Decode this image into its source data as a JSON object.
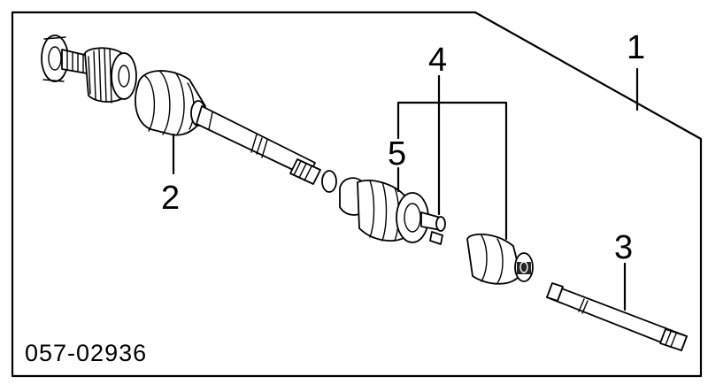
{
  "figure_code": "057-02936",
  "callouts": {
    "c1": "1",
    "c2": "2",
    "c3": "3",
    "c4": "4",
    "c5": "5"
  },
  "parts": [
    {
      "ref": "1",
      "icon": "drive-shaft-assembly-icon"
    },
    {
      "ref": "2",
      "icon": "outer-cv-boot-icon"
    },
    {
      "ref": "3",
      "icon": "intermediate-shaft-icon"
    },
    {
      "ref": "4",
      "icon": "inner-joint-yoke-icon"
    },
    {
      "ref": "5",
      "icon": "inner-cv-boot-icon"
    }
  ],
  "colors": {
    "line": "#000000",
    "background": "#ffffff"
  }
}
